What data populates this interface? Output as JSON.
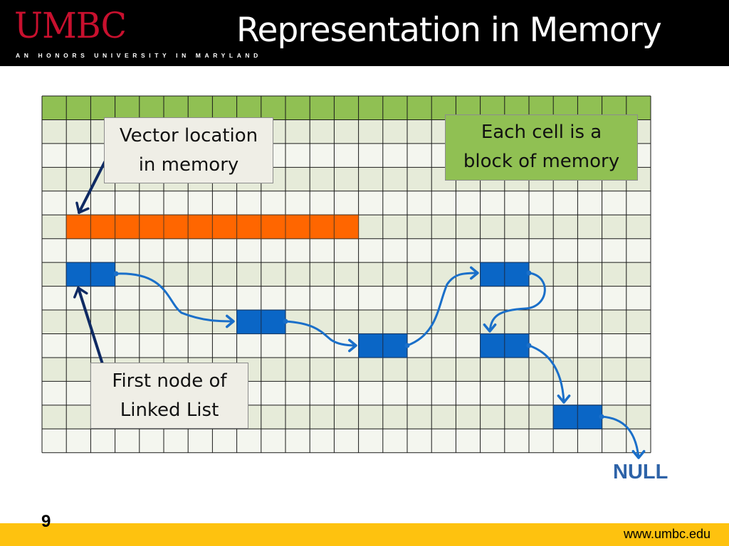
{
  "header": {
    "logo": "UMBC",
    "tagline": "AN HONORS UNIVERSITY IN MARYLAND",
    "title": "Representation in Memory"
  },
  "colors": {
    "header_bg": "#000000",
    "logo_red": "#c8102e",
    "grid_top_row": "#90c053",
    "grid_row_light": "#e6ebd9",
    "grid_row_white": "#f4f6ef",
    "vector_block": "#ff6600",
    "node_block": "#0a66c6",
    "arrow_blue": "#1a6fc9",
    "arrow_navy": "#0f2a63",
    "footer_bar": "#fec20f"
  },
  "memory_grid": {
    "columns": 25,
    "rows": 15,
    "vector": {
      "row": 5,
      "start_col": 1,
      "length": 12
    },
    "linked_list_nodes": [
      {
        "row": 7,
        "col": 1
      },
      {
        "row": 9,
        "col": 8
      },
      {
        "row": 10,
        "col": 13
      },
      {
        "row": 7,
        "col": 18
      },
      {
        "row": 10,
        "col": 18
      },
      {
        "row": 13,
        "col": 21
      }
    ]
  },
  "callouts": {
    "vector_location": [
      "Vector location",
      "in memory"
    ],
    "each_cell": [
      "Each cell is a",
      "block of memory"
    ],
    "first_node": [
      "First node of",
      "Linked List"
    ]
  },
  "null_label": "NULL",
  "footer": {
    "page_number": "9",
    "url": "www.umbc.edu"
  }
}
